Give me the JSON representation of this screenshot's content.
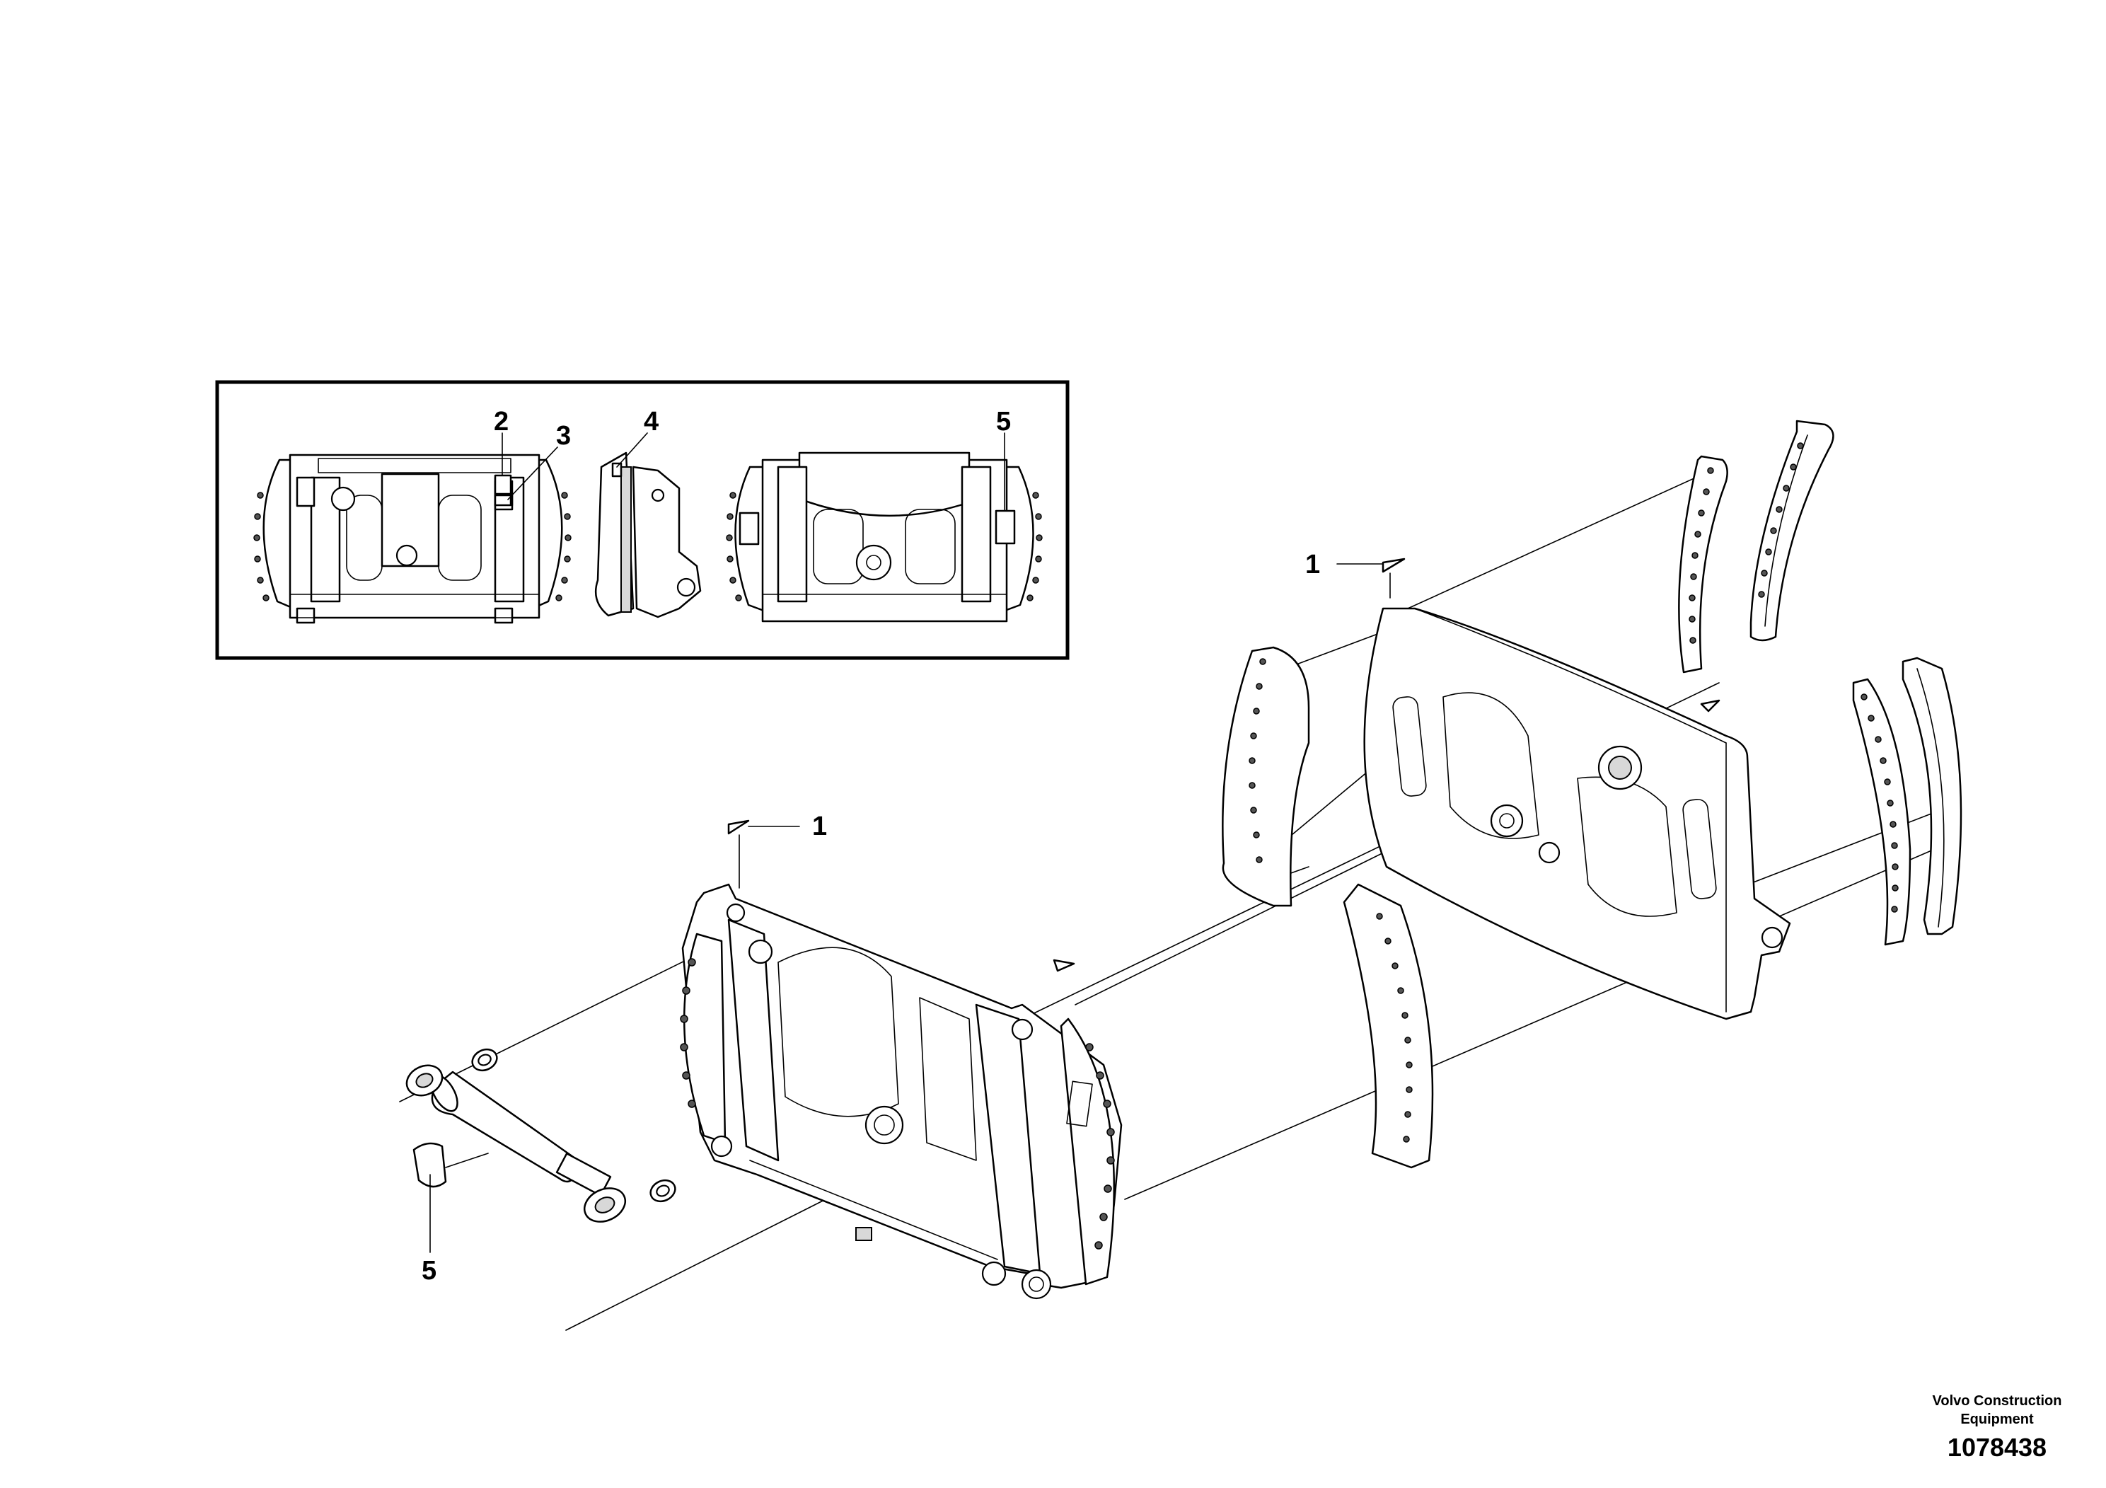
{
  "inset": {
    "callouts": [
      "2",
      "3",
      "4",
      "5"
    ]
  },
  "main": {
    "callouts": [
      "1",
      "1",
      "5"
    ]
  },
  "footer": {
    "brand_line1": "Volvo Construction",
    "brand_line2": "Equipment",
    "part_number": "1078438"
  }
}
